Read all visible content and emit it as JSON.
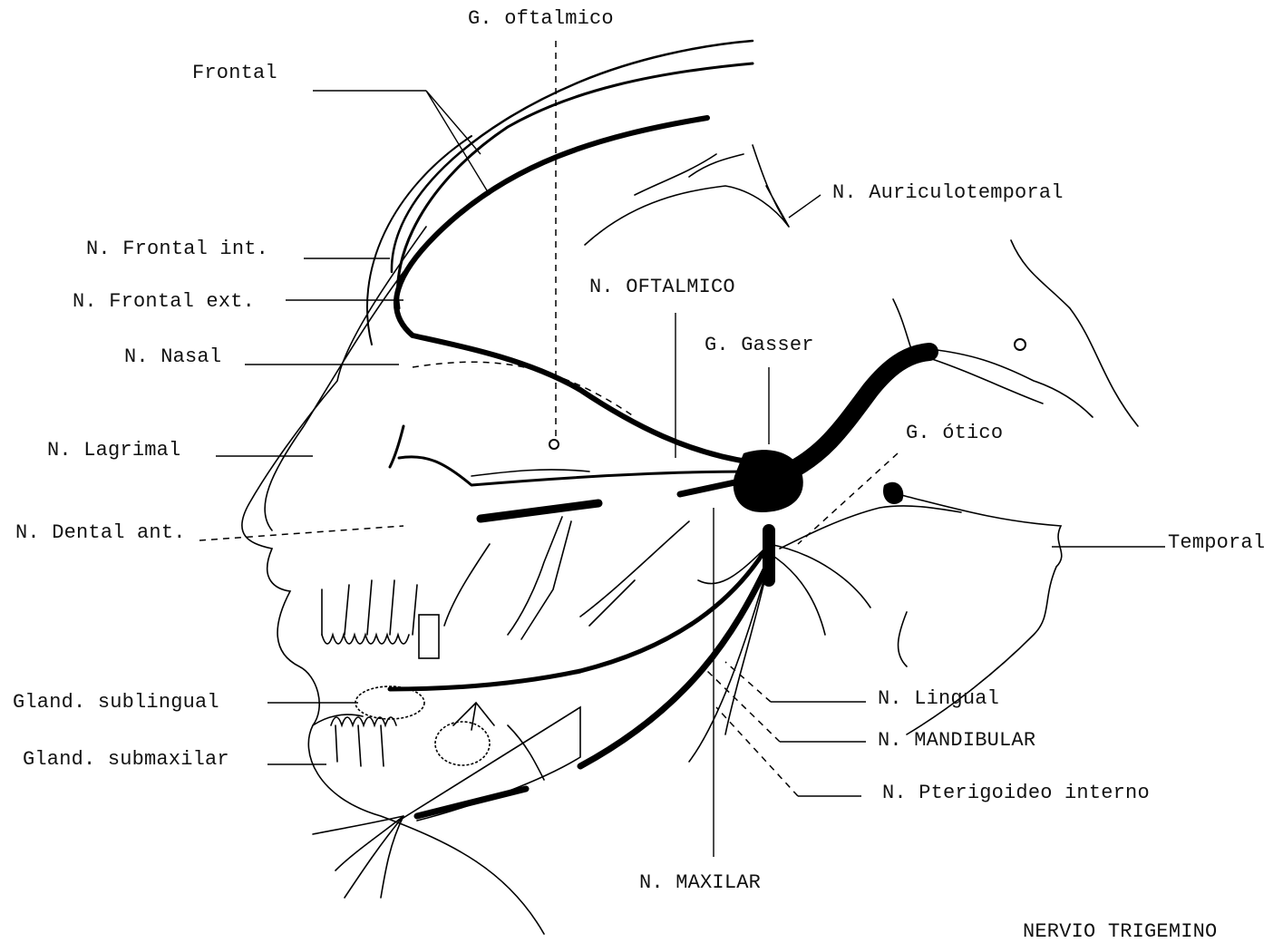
{
  "labels": {
    "g_oftalmico": "G. oftalmico",
    "frontal": "Frontal",
    "n_auriculotemporal": "N. Auriculotemporal",
    "n_frontal_int": "N. Frontal int.",
    "n_frontal_ext": "N. Frontal ext.",
    "n_oftalmico": "N. OFTALMICO",
    "n_nasal": "N. Nasal",
    "g_gasser": "G. Gasser",
    "n_lagrimal": "N. Lagrimal",
    "g_otico": "G. ótico",
    "n_dental_ant": "N. Dental ant.",
    "temporal": "Temporal",
    "gland_sublingual": "Gland. sublingual",
    "n_lingual": "N. Lingual",
    "n_mandibular": "N. MANDIBULAR",
    "gland_submaxilar": "Gland. submaxilar",
    "n_pterigoideo_interno": "N. Pterigoideo interno",
    "n_maxilar": "N. MAXILAR",
    "caption": "NERVIO TRIGEMINO"
  },
  "colors": {
    "ink": "#000000",
    "paper": "#ffffff"
  }
}
